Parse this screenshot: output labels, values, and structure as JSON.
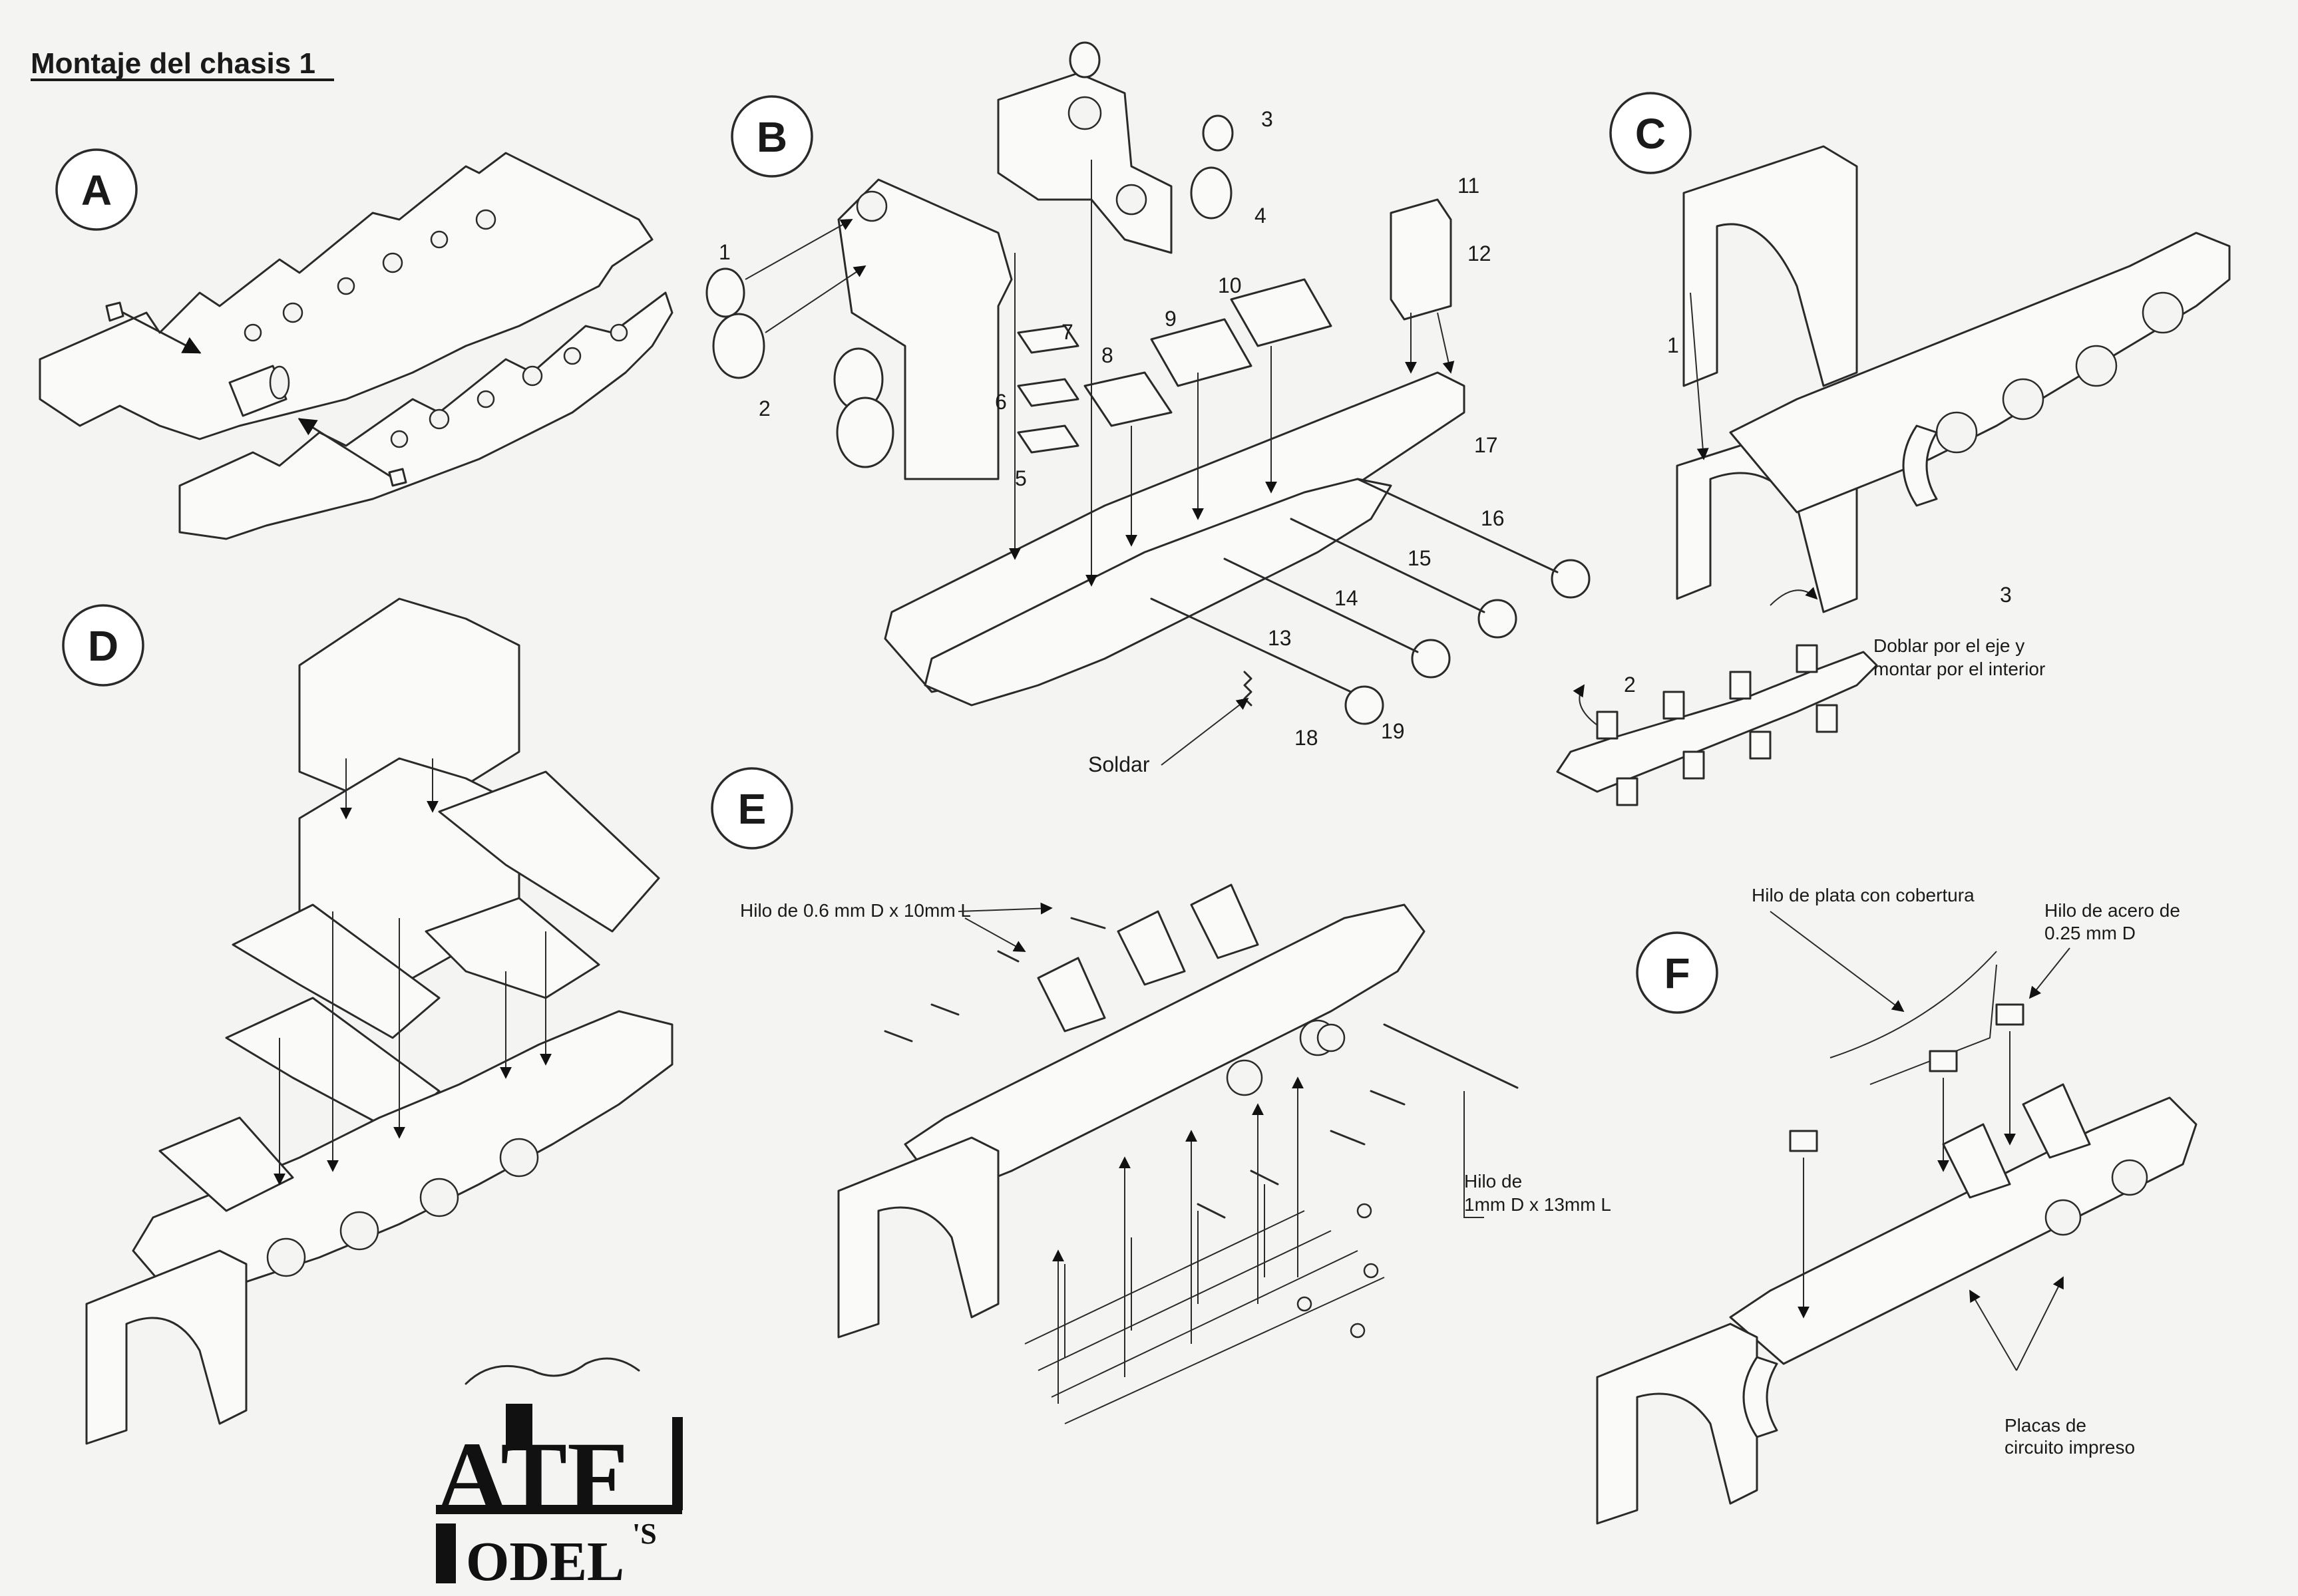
{
  "title": "Montaje del chasis 1",
  "steps": {
    "a": "A",
    "b": "B",
    "c": "C",
    "d": "D",
    "e": "E",
    "f": "F"
  },
  "panel_b": {
    "numbers": [
      "1",
      "2",
      "3",
      "4",
      "5",
      "6",
      "7",
      "8",
      "9",
      "10",
      "11",
      "12",
      "13",
      "14",
      "15",
      "16",
      "17",
      "18",
      "19"
    ],
    "soldar": "Soldar"
  },
  "panel_c": {
    "numbers": [
      "1",
      "2",
      "3"
    ],
    "note_line1": "Doblar por el eje y",
    "note_line2": "montar por el interior"
  },
  "panel_e": {
    "wire_small": "Hilo de 0.6 mm D x 10mm L",
    "wire_large_line1": "Hilo de",
    "wire_large_line2": "1mm D x 13mm L"
  },
  "panel_f": {
    "silver_wire": "Hilo de plata con cobertura",
    "steel_wire_line1": "Hilo de acero de",
    "steel_wire_line2": "0.25 mm D",
    "pcb_line1": "Placas de",
    "pcb_line2": "circuito impreso"
  },
  "logo": {
    "top": "ATF",
    "bottom": "ODEL",
    "suffix": "'S"
  }
}
